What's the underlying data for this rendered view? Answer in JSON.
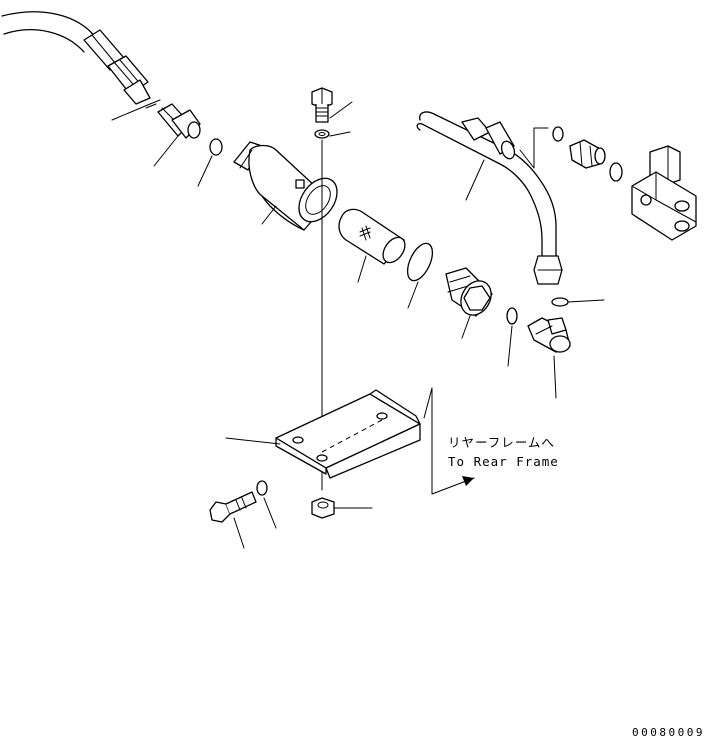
{
  "note": {
    "label_jp": "リヤーフレームへ",
    "label_en": "To Rear Frame"
  },
  "drawing_code": "00080009"
}
